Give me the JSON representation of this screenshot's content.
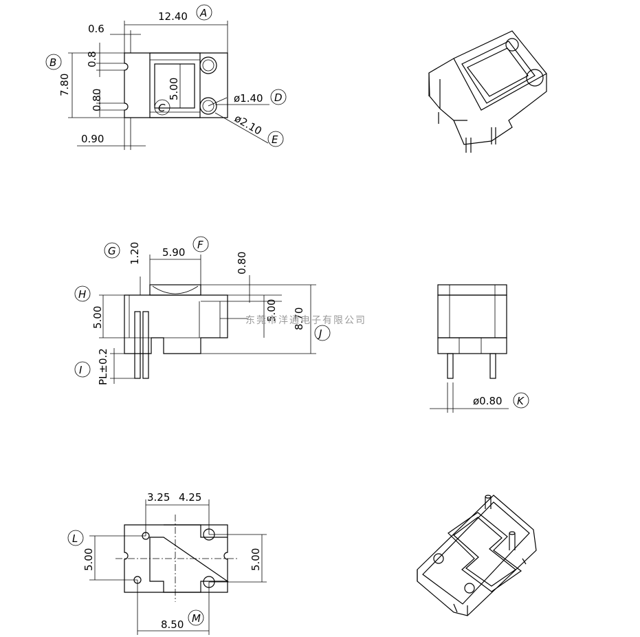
{
  "watermark": "东莞市洋通电子有限公司",
  "top_view": {
    "dims": {
      "width": "12.40",
      "edge": "0.6",
      "height": "7.80",
      "notch_top": "0.8",
      "notch_bottom": "0.80",
      "window": "5.00",
      "hole_small": "ø1.40",
      "hole_large": "ø2.10",
      "slot": "0.90"
    },
    "labels": {
      "a": "A",
      "b": "B",
      "c": "C",
      "d": "D",
      "e": "E"
    }
  },
  "side_view": {
    "dims": {
      "g_dim": "1.20",
      "window": "5.90",
      "top_offset": "0.80",
      "body_height": "5.00",
      "step": "5.00",
      "total": "8.70",
      "pin_tol": "PL±0.2"
    },
    "labels": {
      "f": "F",
      "g": "G",
      "h": "H",
      "i": "I",
      "j": "J"
    }
  },
  "end_view": {
    "dims": {
      "pin_dia": "ø0.80"
    },
    "labels": {
      "k": "K"
    }
  },
  "bottom_view": {
    "dims": {
      "pitch_left": "3.25",
      "pitch_right": "4.25",
      "row_left": "5.00",
      "row_right": "5.00",
      "span": "8.50"
    },
    "labels": {
      "l": "L",
      "m": "M"
    }
  }
}
